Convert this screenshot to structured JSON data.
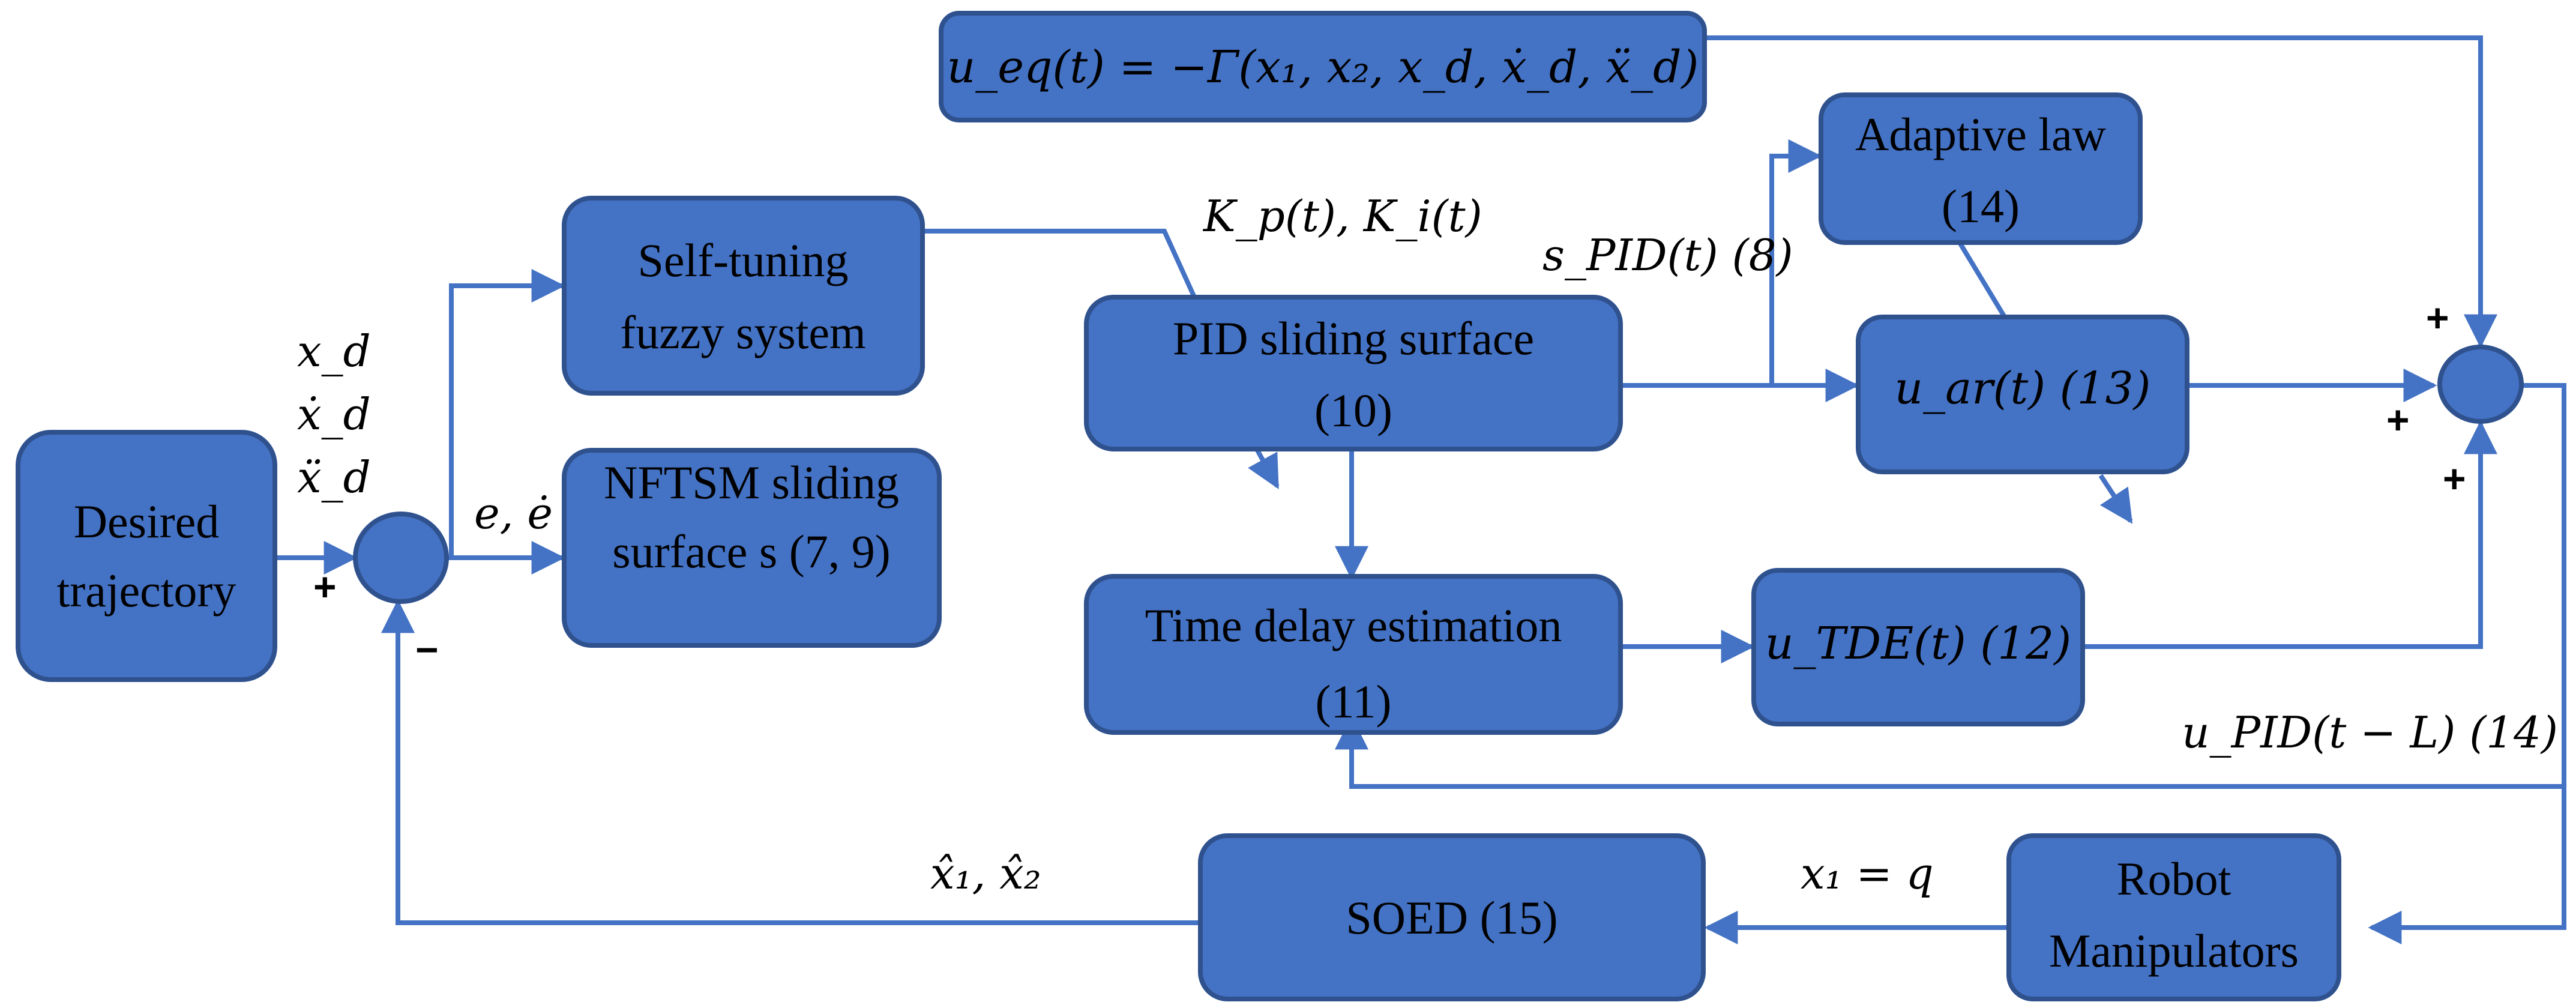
{
  "blocks": {
    "desired": {
      "line1": "Desired",
      "line2": "trajectory"
    },
    "fuzzy": {
      "line1": "Self-tuning",
      "line2": "fuzzy system"
    },
    "nftsm": {
      "line1": "NFTSM sliding",
      "line2": "surface s (7, 9)"
    },
    "pid": {
      "line1": "PID sliding surface",
      "line2": "(10)"
    },
    "tde": {
      "line1": "Time delay estimation",
      "line2": "(11)"
    },
    "adaptive": {
      "line1": "Adaptive law",
      "line2": "(14)"
    },
    "uar": {
      "text": "u_ar(t) (13)"
    },
    "utde": {
      "text": "u_TDE(t) (12)"
    },
    "ueq": {
      "text": "u_eq(t) = −Γ(x₁, x₂, x_d, ẋ_d, ẍ_d)"
    },
    "soed": {
      "text": "SOED (15)"
    },
    "robot": {
      "line1": "Robot",
      "line2": "Manipulators"
    }
  },
  "signals": {
    "xd": "x_d",
    "xd_dot": "ẋ_d",
    "xd_ddot": "ẍ_d",
    "e_edot": "e, ė",
    "kp_ki": "K_p(t), K_i(t)",
    "spid": "s_PID(t) (8)",
    "upid": "u_PID(t − L) (14)",
    "x1q": "x₁ = q",
    "xhat": "x̂₁, x̂₂"
  },
  "signs": {
    "plus": "+",
    "minus": "−"
  }
}
